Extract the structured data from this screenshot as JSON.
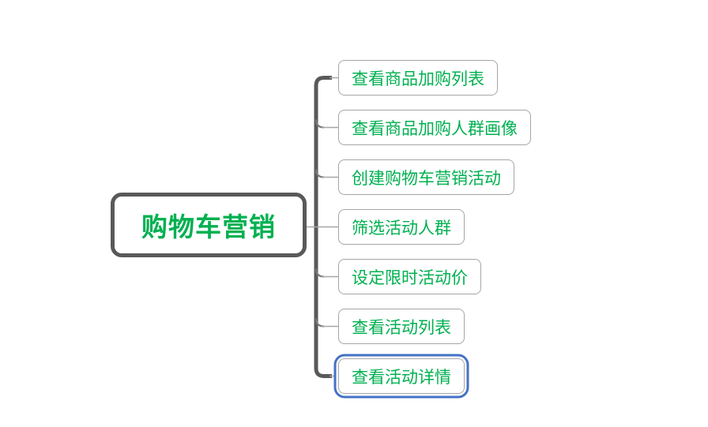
{
  "colors": {
    "green": "#00b050",
    "dark-gray": "#595959",
    "light-gray": "#a6a6a6",
    "mid-gray": "#7a7a7a",
    "blue": "#4472c4",
    "background": "#ffffff"
  },
  "root_topic": {
    "label": "购物车营销"
  },
  "topics": [
    {
      "label": "查看商品加购列表",
      "selected": false
    },
    {
      "label": "查看商品加购人群画像",
      "selected": false
    },
    {
      "label": "创建购物车营销活动",
      "selected": false
    },
    {
      "label": "筛选活动人群",
      "selected": false
    },
    {
      "label": "设定限时活动价",
      "selected": false
    },
    {
      "label": "查看活动列表",
      "selected": false
    },
    {
      "label": "查看活动详情",
      "selected": true
    }
  ]
}
